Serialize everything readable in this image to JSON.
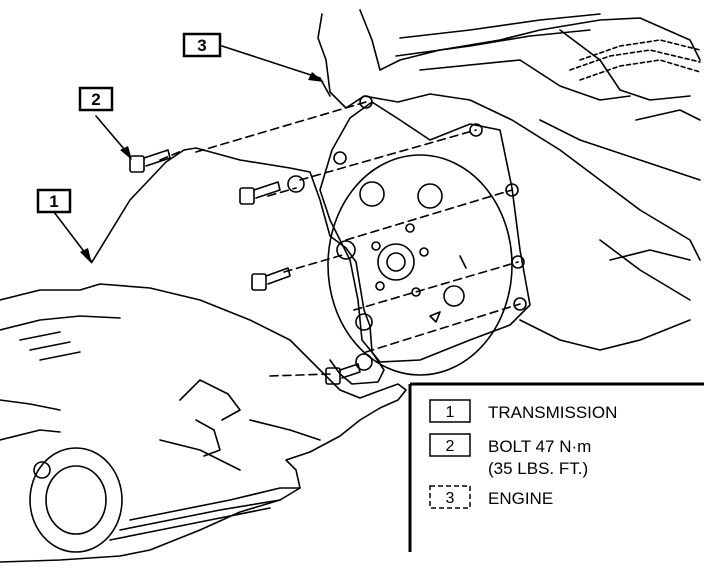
{
  "callouts": [
    {
      "number": "1"
    },
    {
      "number": "2"
    },
    {
      "number": "3"
    }
  ],
  "legend": {
    "items": [
      {
        "number": "1",
        "lines": [
          "TRANSMISSION"
        ]
      },
      {
        "number": "2",
        "lines": [
          "BOLT 47 N·m",
          "(35 LBS. FT.)"
        ]
      },
      {
        "number": "3",
        "lines": [
          "ENGINE"
        ]
      }
    ]
  },
  "colors": {
    "ink": "#000000",
    "background": "#ffffff"
  }
}
